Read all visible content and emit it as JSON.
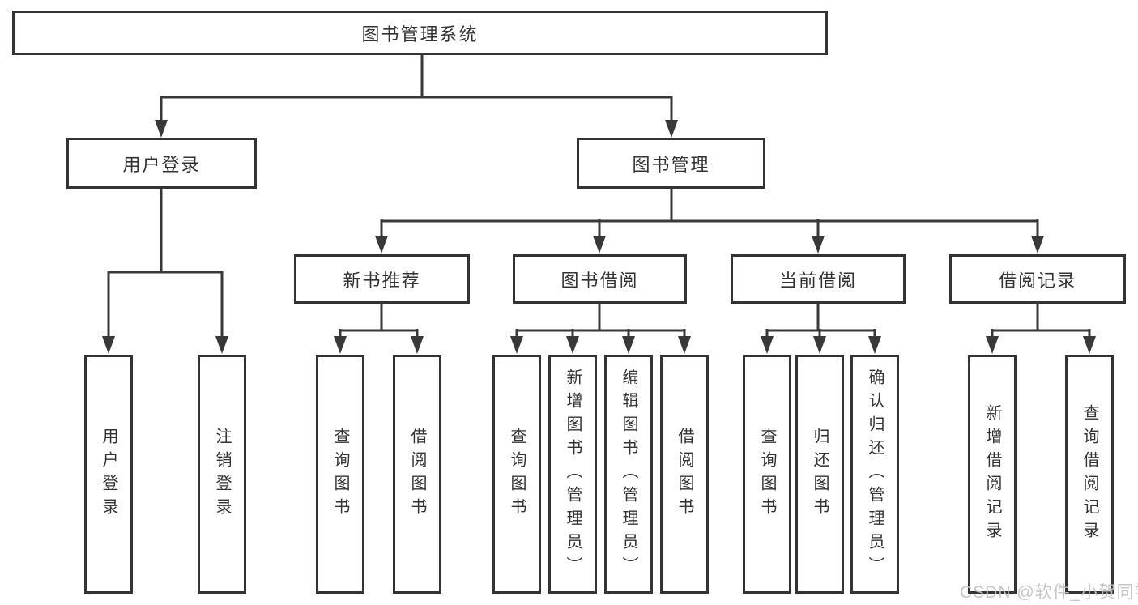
{
  "diagram": {
    "type": "tree",
    "tree": {
      "root": {
        "label": "图书管理系统",
        "children": [
          {
            "label": "用户登录",
            "children": [
              {
                "label": "用户登录"
              },
              {
                "label": "注销登录"
              }
            ]
          },
          {
            "label": "图书管理",
            "children": [
              {
                "label": "新书推荐",
                "children": [
                  {
                    "label": "查询图书"
                  },
                  {
                    "label": "借阅图书"
                  }
                ]
              },
              {
                "label": "图书借阅",
                "children": [
                  {
                    "label": "查询图书"
                  },
                  {
                    "label": "新增图书（管理员）"
                  },
                  {
                    "label": "编辑图书（管理员）"
                  },
                  {
                    "label": "借阅图书"
                  }
                ]
              },
              {
                "label": "当前借阅",
                "children": [
                  {
                    "label": "查询图书"
                  },
                  {
                    "label": "归还图书"
                  },
                  {
                    "label": "确认归还（管理员）"
                  }
                ]
              },
              {
                "label": "借阅记录",
                "children": [
                  {
                    "label": "新增借阅记录"
                  },
                  {
                    "label": "查询借阅记录"
                  }
                ]
              }
            ]
          }
        ]
      }
    },
    "colors": {
      "line": "#383838",
      "box_border": "#333333",
      "text": "#333333",
      "background": "#ffffff",
      "watermark": "#c2c2c2"
    }
  },
  "watermark": {
    "text": "CSDN @软件_小贺同学"
  }
}
